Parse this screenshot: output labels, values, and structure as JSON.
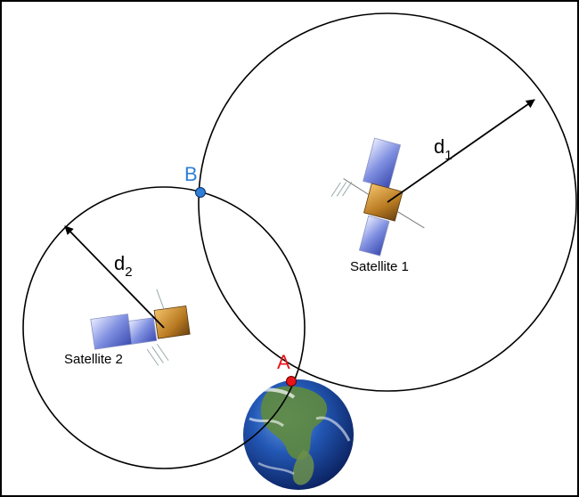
{
  "diagram": {
    "satellite1": {
      "label": "Satellite 1",
      "distance_base": "d",
      "distance_sub": "1"
    },
    "satellite2": {
      "label": "Satellite 2",
      "distance_base": "d",
      "distance_sub": "2"
    },
    "points": {
      "A": {
        "label": "A",
        "color": "#e8141a"
      },
      "B": {
        "label": "B",
        "color": "#2f7fd6"
      }
    },
    "earth": {
      "ocean_color": "#1f4fa8",
      "land_color": "#6b8f4a"
    }
  }
}
